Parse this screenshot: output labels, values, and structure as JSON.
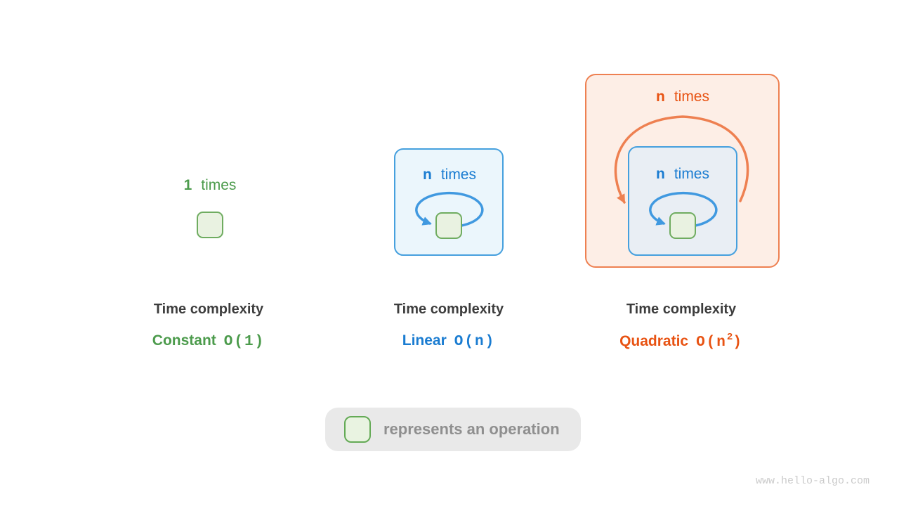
{
  "page": {
    "watermark": "www.hello-algo.com"
  },
  "columns": [
    {
      "id": "constant",
      "loop_label": {
        "count": "1",
        "word": "times"
      },
      "title": "Time complexity",
      "name": "Constant",
      "big_o": "O(1)",
      "accent": "#4c9b4c"
    },
    {
      "id": "linear",
      "loop_label": {
        "count": "n",
        "word": "times"
      },
      "title": "Time complexity",
      "name": "Linear",
      "big_o": "O(n)",
      "accent": "#1a7cd1"
    },
    {
      "id": "quadratic",
      "outer_loop_label": {
        "count": "n",
        "word": "times"
      },
      "inner_loop_label": {
        "count": "n",
        "word": "times"
      },
      "title": "Time complexity",
      "name": "Quadratic",
      "big_o_open": "O(n",
      "big_o_sup": "2",
      "big_o_close": ")",
      "accent": "#e85313"
    }
  ],
  "legend": {
    "label": "represents an operation",
    "icon": "operation-box"
  },
  "colors": {
    "green_accent": "#4c9b4c",
    "blue_accent": "#1a7cd1",
    "orange_accent": "#e85313",
    "green_box_border": "#6fac60",
    "blue_box_border": "#46a0de",
    "orange_box_border": "#ee8051",
    "title_text": "#3d3d3d",
    "legend_bg": "#e9e9e9"
  }
}
